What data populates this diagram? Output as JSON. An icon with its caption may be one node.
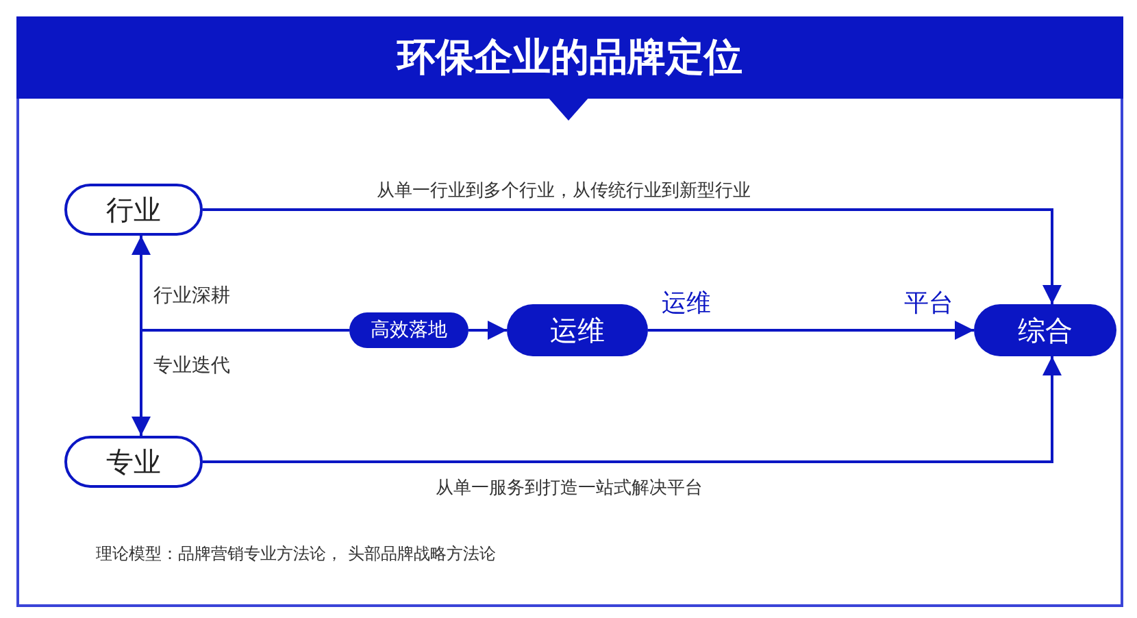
{
  "diagram": {
    "title": "环保企业的品牌定位",
    "nodes": [
      {
        "text": [
          "行业"
        ]
      },
      {
        "text": [
          "专业"
        ]
      },
      {
        "text": [
          "高效落地"
        ]
      },
      {
        "text": [
          "运维"
        ]
      },
      {
        "text": [
          "综合"
        ]
      }
    ],
    "edges": [
      {
        "from": 0,
        "to": 4,
        "arrow": "to",
        "label": "从单一行业到多个行业，从传统行业到新型行业"
      },
      {
        "from": 1,
        "to": 4,
        "arrow": "to",
        "label": "从单一服务到打造一站式解决平台"
      },
      {
        "from": 0,
        "to": 1,
        "arrow": "both"
      },
      {
        "from": 0,
        "to": 2,
        "arrow": "none"
      },
      {
        "from": 1,
        "to": 2,
        "arrow": "none"
      },
      {
        "from": 2,
        "to": 3,
        "arrow": "to"
      },
      {
        "from": 3,
        "to": 4,
        "arrow": "to"
      }
    ],
    "labels": [
      "行业深耕",
      "专业迭代",
      "运维",
      "平台",
      "理论模型：品牌营销专业方法论， 头部品牌战略方法论"
    ]
  }
}
